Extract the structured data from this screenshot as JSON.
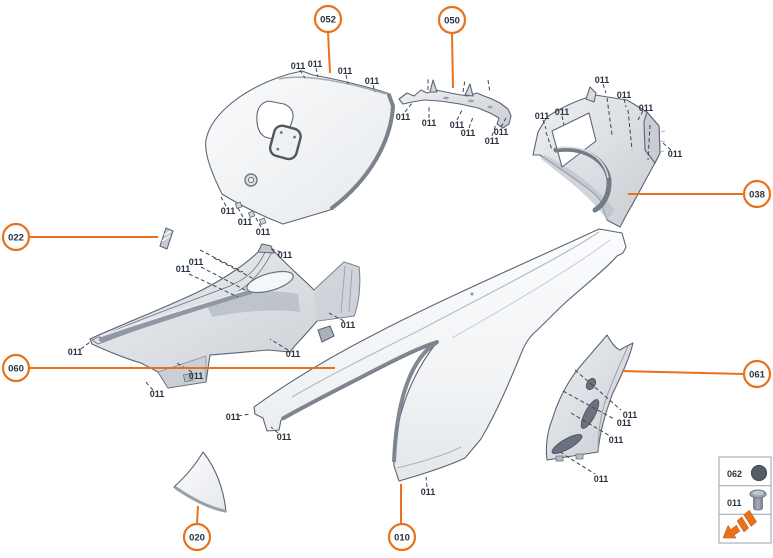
{
  "diagram": {
    "title": "body-side-panels-exploded-diagram",
    "background": "#ffffff",
    "accent_orange": "#E7721E",
    "label_color": "#2A3441",
    "fastener_label": "011",
    "callouts": {
      "c052": "052",
      "c050": "050",
      "c038": "038",
      "c061": "061",
      "c022": "022",
      "c060": "060",
      "c020": "020",
      "c010": "010"
    }
  },
  "legend": {
    "rows": [
      {
        "id": "062",
        "icon": "grommet-icon"
      },
      {
        "id": "011",
        "icon": "rivet-icon"
      }
    ],
    "arrow_icon": "direction-arrow-icon",
    "border_color": "#9AA1A8"
  }
}
